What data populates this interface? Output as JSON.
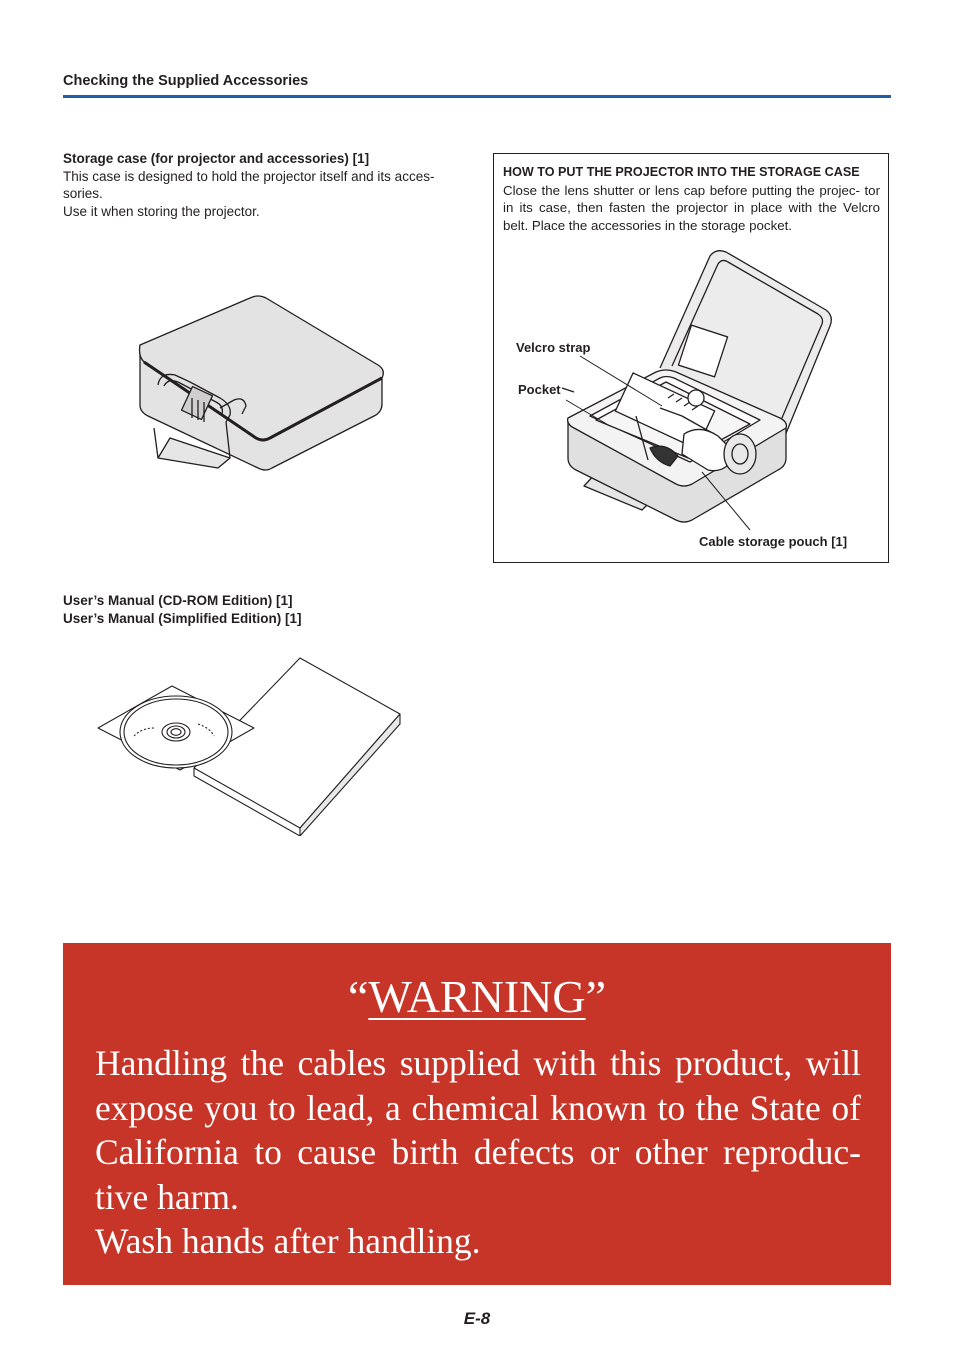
{
  "header": {
    "section_title": "Checking the Supplied Accessories",
    "accent_color": "#1d5fa8"
  },
  "storage_case": {
    "title": "Storage case (for projector and accessories) [1]",
    "desc_lines": [
      "This case is designed to hold the projector itself and its acces-",
      "sories.",
      "Use it when storing the projector."
    ]
  },
  "howto": {
    "title": "HOW TO PUT THE PROJECTOR INTO THE STORAGE CASE",
    "body": "Close the lens shutter or lens cap before putting the projec- tor in its case, then fasten the projector in place with the Velcro belt. Place the accessories in the storage pocket.",
    "labels": {
      "velcro": "Velcro strap",
      "pocket": "Pocket",
      "pouch": "Cable storage pouch [1]"
    }
  },
  "manuals": {
    "line1": "User’s Manual (CD-ROM Edition) [1]",
    "line2": "User’s Manual (Simplified Edition) [1]"
  },
  "warning": {
    "open_quote": "“",
    "title": "WARNING",
    "close_quote": "”",
    "body": "Handling the cables supplied with this product, will expose you to lead, a chemical known to the State of California to cause birth defects or other reproduc- tive harm.",
    "body2": "Wash hands after handling.",
    "background_color": "#c73428"
  },
  "footer": {
    "page_number": "E-8"
  }
}
